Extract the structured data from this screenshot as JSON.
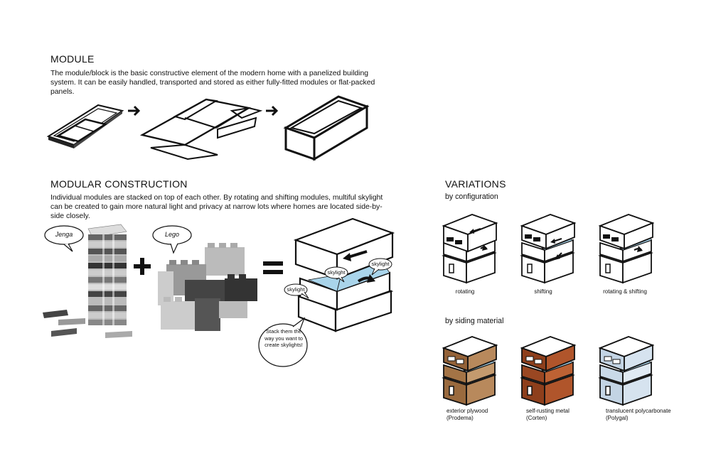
{
  "module": {
    "title": "MODULE",
    "description": "The module/block is the basic constructive element of the modern home with a panelized building system. It can be easily handled, transported and stored as either fully-fitted modules or flat-packed panels."
  },
  "modular_construction": {
    "title": "MODULAR CONSTRUCTION",
    "description": "Individual modules are stacked on top of each other. By rotating and shifting modules, multiful skylight can be created to gain more natural light and privacy at narrow lots where homes are located side-by-side closely.",
    "bubble_jenga": "Jenga",
    "bubble_lego": "Lego",
    "label_skylight": "skylight",
    "stack_note": "Stack them the way you want to create skylights!"
  },
  "variations": {
    "title": "VARIATIONS",
    "by_configuration": "by configuration",
    "configs": [
      "rotating",
      "shifting",
      "rotating & shifting"
    ],
    "by_siding": "by siding material",
    "materials": [
      {
        "name": "exterior plywood",
        "brand": "(Prodema)",
        "color": "#b8895c"
      },
      {
        "name": "self-rusting metal",
        "brand": "(Corten)",
        "color": "#b0552b"
      },
      {
        "name": "translucent polycarbonate",
        "brand": "(Polygal)",
        "color": "#d6e3ef"
      }
    ]
  },
  "colors": {
    "ink": "#111111",
    "skylight": "#a9d4ea"
  }
}
